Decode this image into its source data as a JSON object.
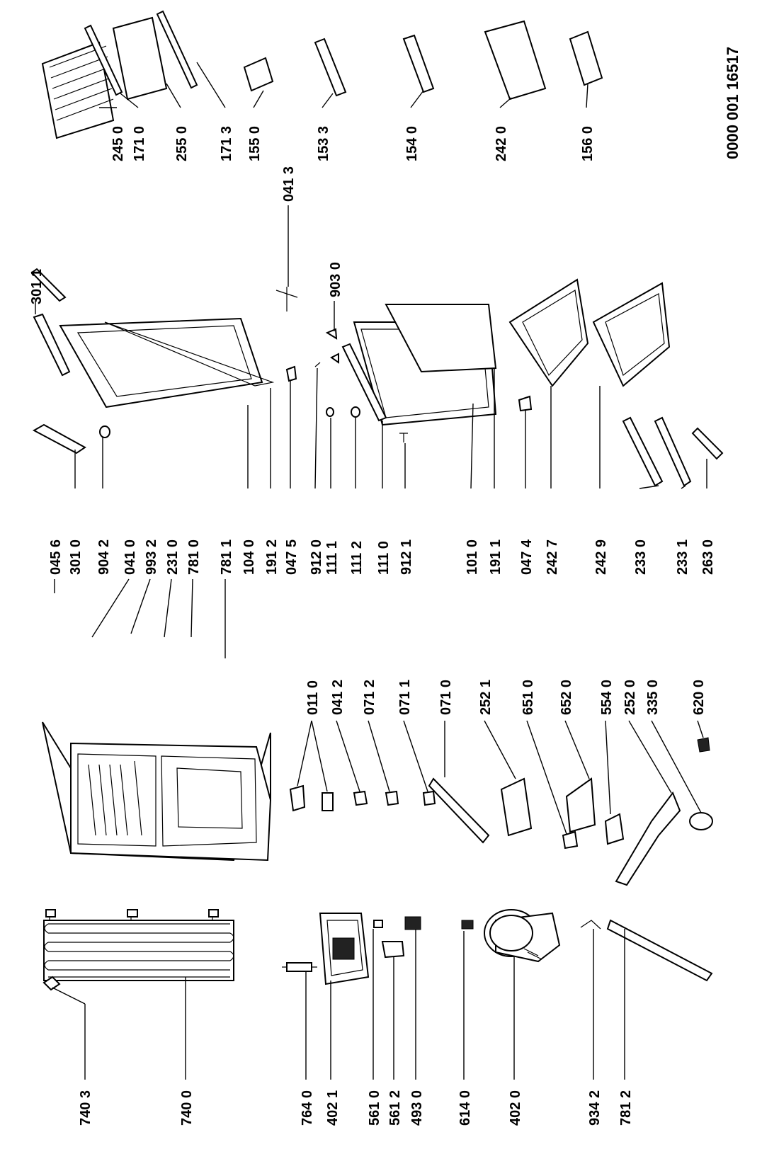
{
  "document_number": "0000 001 16517",
  "labels": [
    "740 3",
    "740 0",
    "764 0",
    "402 1",
    "561 0",
    "561 2",
    "493 0",
    "614 0",
    "402 0",
    "934 2",
    "781 2",
    "011 0",
    "041 2",
    "071 2",
    "071 1",
    "071 0",
    "252 1",
    "651 0",
    "652 0",
    "554 0",
    "252 0",
    "335 0",
    "620 0",
    "045 6",
    "301 0",
    "904 2",
    "041 0",
    "993 2",
    "231 0",
    "781 0",
    "781 1",
    "104 0",
    "191 2",
    "047 5",
    "912 0",
    "111 1",
    "111 2",
    "111 0",
    "912 1",
    "101 0",
    "191 1",
    "047 4",
    "242 7",
    "242 9",
    "233 0",
    "233 1",
    "263 0",
    "301 1",
    "903 0",
    "041 3",
    "245 0",
    "171 0",
    "255 0",
    "171 3",
    "155 0",
    "153 3",
    "154 0",
    "242 0",
    "156 0"
  ]
}
